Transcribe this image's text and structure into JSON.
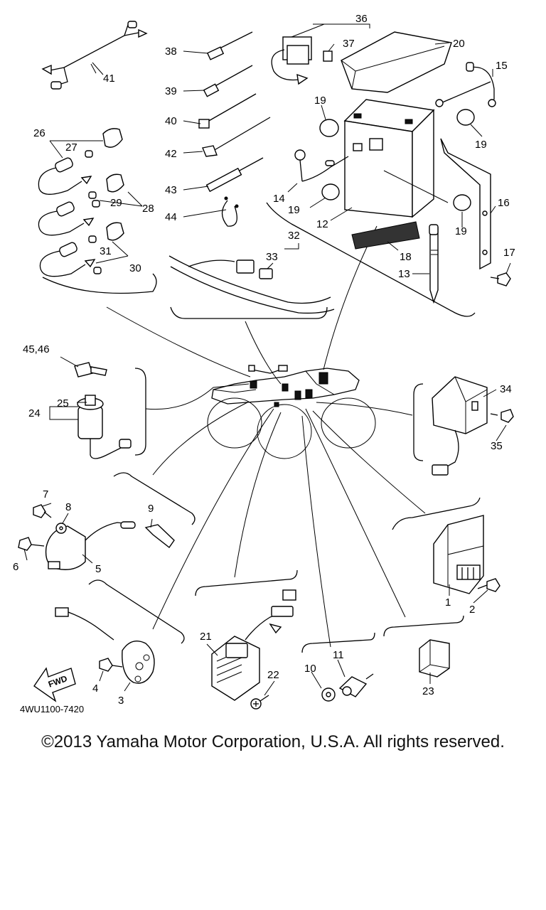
{
  "diagram": {
    "code": "4WU1100-7420",
    "fwd_label": "FWD",
    "callouts": {
      "c1": "1",
      "c2": "2",
      "c3": "3",
      "c4": "4",
      "c5": "5",
      "c6": "6",
      "c7": "7",
      "c8": "8",
      "c9": "9",
      "c10": "10",
      "c11": "11",
      "c12": "12",
      "c13": "13",
      "c14": "14",
      "c15": "15",
      "c16": "16",
      "c17": "17",
      "c18": "18",
      "c19a": "19",
      "c19b": "19",
      "c19c": "19",
      "c19d": "19",
      "c20": "20",
      "c21": "21",
      "c22": "22",
      "c23": "23",
      "c24": "24",
      "c25": "25",
      "c26": "26",
      "c27": "27",
      "c28": "28",
      "c29": "29",
      "c30": "30",
      "c31": "31",
      "c32": "32",
      "c33": "33",
      "c34": "34",
      "c35": "35",
      "c36": "36",
      "c37": "37",
      "c38": "38",
      "c39": "39",
      "c40": "40",
      "c41": "41",
      "c42": "42",
      "c43": "43",
      "c44": "44",
      "c4546": "45,46"
    }
  },
  "copyright": "©2013 Yamaha Motor Corporation, U.S.A. All rights reserved."
}
